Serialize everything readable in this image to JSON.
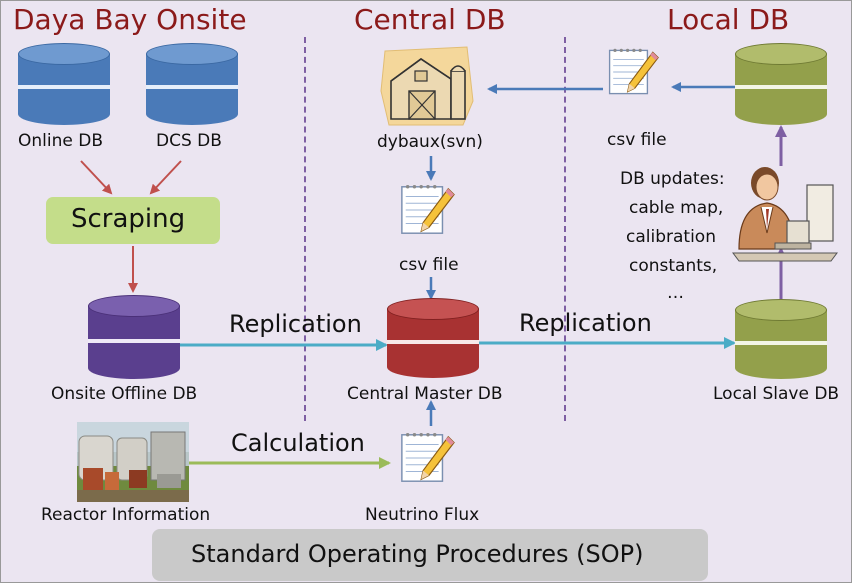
{
  "headers": {
    "left": "Daya Bay Onsite",
    "center": "Central DB",
    "right": "Local DB"
  },
  "nodes": {
    "online_db": "Online DB",
    "dcs_db": "DCS DB",
    "scraping": "Scraping",
    "onsite_offline_db": "Onsite Offline DB",
    "dybaux": "dybaux(svn)",
    "csv_center": "csv file",
    "csv_right": "csv file",
    "central_master_db": "Central Master DB",
    "local_slave_db": "Local Slave DB",
    "reactor_information": "Reactor Information",
    "neutrino_flux": "Neutrino Flux"
  },
  "edges": {
    "replication_left": "Replication",
    "replication_right": "Replication",
    "calculation": "Calculation"
  },
  "db_updates": [
    "DB updates:",
    "cable map,",
    "calibration",
    "constants,",
    "…"
  ],
  "footer": "Standard Operating Procedures (SOP)",
  "colors": {
    "background": "#ebe5f1",
    "header_text": "#8b1a1a",
    "db_blue": "#4a7ab8",
    "db_purple": "#5a3f8e",
    "db_red": "#a83232",
    "db_olive": "#93a04b",
    "arrow_red": "#c0504d",
    "arrow_blue": "#4a7ab8",
    "arrow_cyan": "#4bacc6",
    "arrow_green": "#9bbb59",
    "arrow_purple": "#7e5fa3",
    "scraping_box": "#c4dd8a",
    "sop_box": "#c9c9c9"
  }
}
